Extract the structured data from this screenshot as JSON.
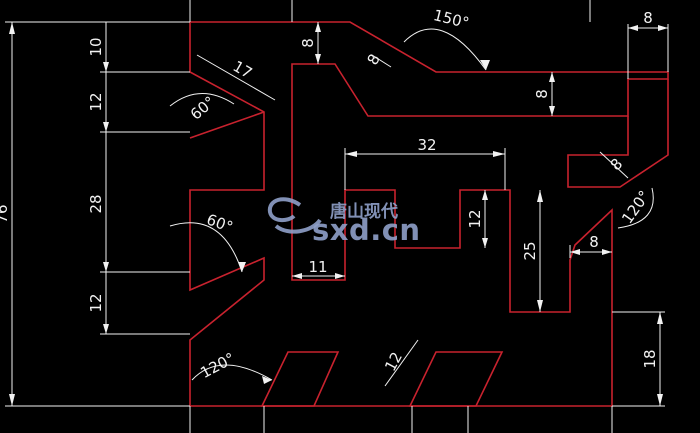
{
  "drawing": {
    "dimensions": {
      "overall_height": "76",
      "left_top": "10",
      "left_12_upper": "12",
      "left_28": "28",
      "left_12_lower": "12",
      "top_notch_8": "8",
      "slant_8_top": "8",
      "angle_150": "150°",
      "right_top_8": "8",
      "right_step_8": "8",
      "slant_17": "17",
      "angle_60_upper": "60°",
      "angle_60_lower": "60°",
      "width_32": "32",
      "slant_8_right": "8",
      "angle_120_right": "120°",
      "height_12_mid": "12",
      "height_25": "25",
      "width_8_mid": "8",
      "width_11": "11",
      "slant_12_bottom": "12",
      "angle_120_bottom": "120°",
      "height_18": "18"
    }
  },
  "watermark": {
    "chinese": "唐山现代",
    "site": "sxd.cn"
  },
  "colors": {
    "background": "#000000",
    "outline": "#c8222e",
    "dimension": "#f2f2f2",
    "watermark": "#8fa0c9"
  }
}
